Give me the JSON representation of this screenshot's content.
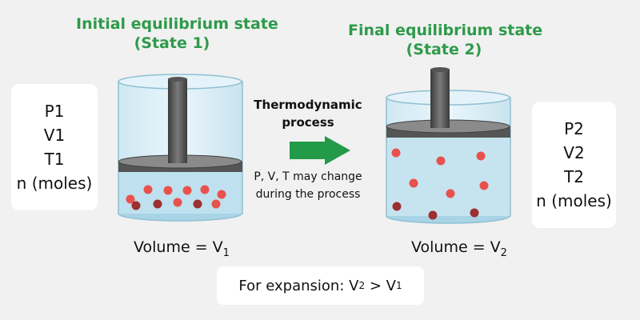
{
  "colors": {
    "title_green": "#2e9a4a",
    "arrow_green": "#239a48",
    "card_bg": "#ffffff",
    "page_bg": "#f1f1f1",
    "molecule_red": "#e8524d",
    "molecule_dark": "#9c2f2f"
  },
  "state1": {
    "title_line1": "Initial equilibrium state",
    "title_line2": "(State 1)",
    "vars": [
      "P1",
      "V1",
      "T1",
      "n (moles)"
    ],
    "volume_prefix": "Volume = V",
    "volume_sub": "1"
  },
  "state2": {
    "title_line1": "Final equilibrium state",
    "title_line2": "(State 2)",
    "vars": [
      "P2",
      "V2",
      "T2",
      "n (moles)"
    ],
    "volume_prefix": "Volume = V",
    "volume_sub": "2"
  },
  "process": {
    "title_line1": "Thermodynamic",
    "title_line2": "process",
    "note_line1": "P, V, T may change",
    "note_line2": "during the process"
  },
  "conclusion": {
    "prefix": "For expansion: V",
    "sub_a": "2",
    "middle": " > V",
    "sub_b": "1"
  }
}
